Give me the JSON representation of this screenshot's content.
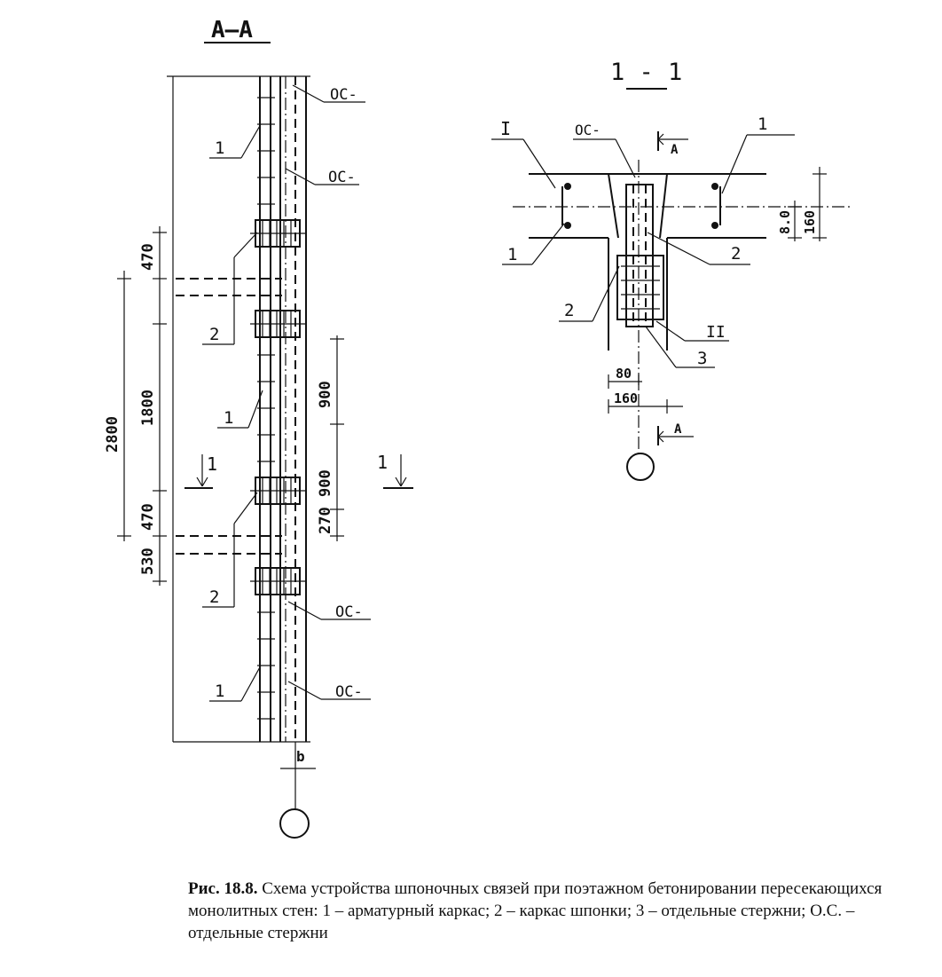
{
  "section_aa": {
    "title": "А–А",
    "dims_left": [
      "470",
      "2800",
      "1800",
      "470",
      "530"
    ],
    "dims_right": [
      "900",
      "900",
      "270"
    ],
    "dim_b": "b",
    "callouts": [
      "ОС-",
      "ОС-",
      "ОС-",
      "ОС-"
    ],
    "item_labels": [
      "1",
      "2",
      "1",
      "2",
      "1"
    ],
    "cut_mark": "1"
  },
  "section_11": {
    "title": "1 - 1",
    "roman_1": "I",
    "roman_2": "II",
    "callout": "ОС-",
    "cut_mark": "А",
    "item_labels": [
      "1",
      "1",
      "2",
      "2",
      "3"
    ],
    "dims_h": [
      "80",
      "160"
    ],
    "dims_v": [
      "8.0",
      "160"
    ]
  },
  "caption": {
    "label": "Рис. 18.8.",
    "text": " Схема устройства шпоночных связей при поэтажном бетонировании пересекающихся монолитных стен: 1 – арматурный каркас; 2 – каркас шпонки; 3 – отдельные стержни; О.С. – отдельные стержни"
  }
}
